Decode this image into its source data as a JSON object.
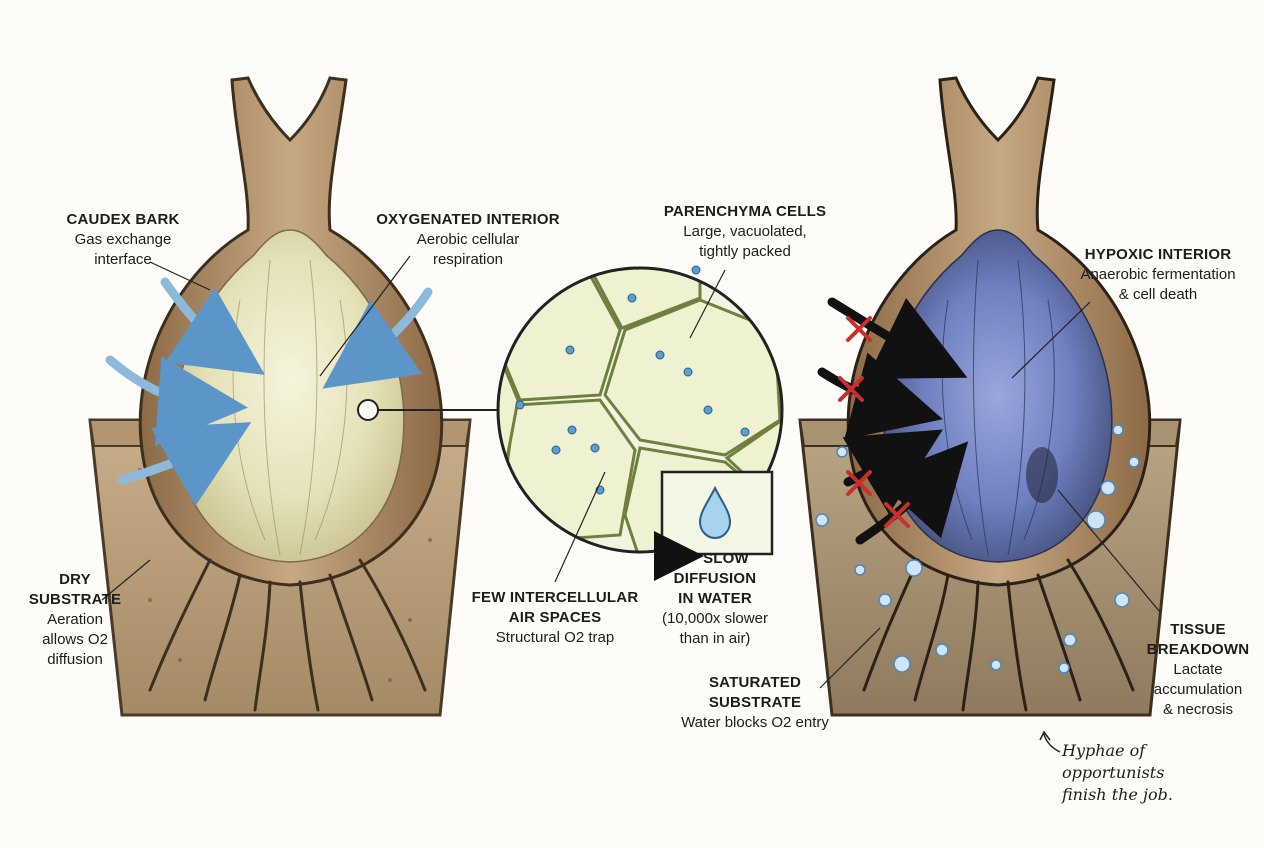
{
  "labels": {
    "caudex_bark": {
      "title": "CAUDEX BARK",
      "sub": [
        "Gas exchange",
        "interface"
      ]
    },
    "oxygenated_interior": {
      "title": "OXYGENATED INTERIOR",
      "sub": [
        "Aerobic cellular",
        "respiration"
      ]
    },
    "parenchyma_cells": {
      "title": "PARENCHYMA CELLS",
      "sub": [
        "Large, vacuolated,",
        "tightly packed"
      ]
    },
    "hypoxic_interior": {
      "title": "HYPOXIC INTERIOR",
      "sub": [
        "Anaerobic fermentation",
        "& cell death"
      ]
    },
    "dry_substrate": {
      "title": [
        "DRY",
        "SUBSTRATE"
      ],
      "sub": [
        "Aeration",
        "allows O2",
        "diffusion"
      ]
    },
    "few_air_spaces": {
      "title": [
        "FEW INTERCELLULAR",
        "AIR SPACES"
      ],
      "sub": [
        "Structural O2 trap"
      ]
    },
    "slow_diffusion": {
      "title": [
        "SLOW",
        "DIFFUSION",
        "IN WATER"
      ],
      "sub": [
        "(10,000x slower",
        "than in air)"
      ]
    },
    "saturated_substrate": {
      "title": [
        "SATURATED",
        "SUBSTRATE"
      ],
      "sub": [
        "Water blocks O2 entry"
      ]
    },
    "tissue_breakdown": {
      "title": [
        "TISSUE",
        "BREAKDOWN"
      ],
      "sub": [
        "Lactate",
        "accumulation",
        "& necrosis"
      ]
    }
  },
  "handwritten_note": [
    "Hyphae of opportunists",
    "finish the job."
  ],
  "colors": {
    "healthy_tissue": "#e4e2b8",
    "bark": "#a4835c",
    "oxygen_arrow": "#8db9dc",
    "blocked_arrow": "#111111",
    "blocked_mark": "#c9302c",
    "hypoxic_tissue": "#6f7fc0",
    "pot_soil": "#b59a78",
    "cell_fill": "#eef2d0",
    "water_drop": "#5a9fd0"
  }
}
